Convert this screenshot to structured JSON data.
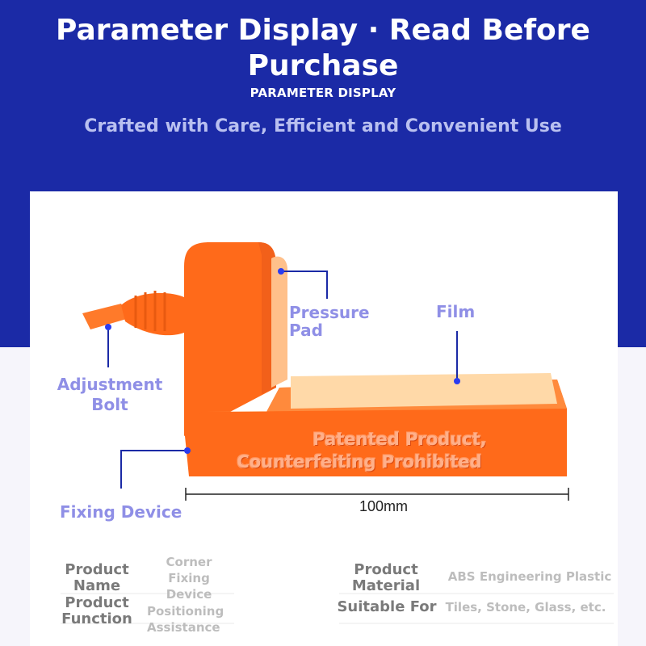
{
  "header": {
    "title": "Parameter Display · Read Before Purchase",
    "subtitle": "PARAMETER DISPLAY",
    "tagline": "Crafted with Care, Efficient and Convenient Use"
  },
  "callouts": {
    "adjustment_bolt": "Adjustment Bolt",
    "pressure_pad": "Pressure Pad",
    "film": "Film",
    "fixing_device": "Fixing Device"
  },
  "stamp": {
    "line1": "Patented Product,",
    "line2": "Counterfeiting Prohibited"
  },
  "dimension": "100mm",
  "params": {
    "product_name_label": "Product Name",
    "product_name_value": "Corner Fixing Device",
    "product_function_label": "Product Function",
    "product_function_value": "Positioning Assistance",
    "product_material_label": "Product Material",
    "product_material_value": "ABS Engineering Plastic",
    "suitable_for_label": "Suitable For",
    "suitable_for_value": "Tiles, Stone, Glass, etc."
  },
  "colors": {
    "header_bg": "#1b2aa6",
    "product_orange": "#ff6a1a",
    "callout_text": "#8f8fe6",
    "leader_line": "#1b2aa6"
  }
}
